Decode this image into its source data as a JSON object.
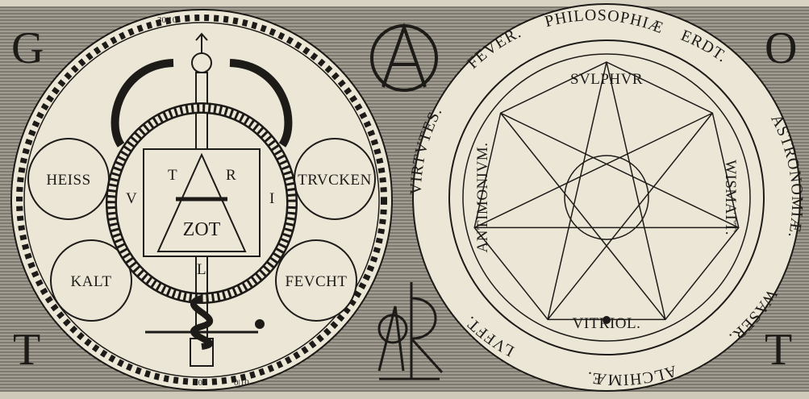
{
  "corners": {
    "top_left": "G",
    "top_right": "O",
    "bottom_left": "T",
    "bottom_right": "T"
  },
  "left_emblem": {
    "elements": [
      "HEISS",
      "TRVCKEN",
      "KALT",
      "FEVCHT"
    ],
    "square_letters": {
      "top_left": "T",
      "top_right": "R",
      "left": "V",
      "right": "I",
      "bottom": "L"
    },
    "center_word": "ZOT",
    "border_numbers": [
      "30|10",
      "20",
      "0|10"
    ]
  },
  "right_emblem": {
    "outer_ring": [
      "LVFFT.",
      "VIRTVTES.",
      "FEVER.",
      "PHILOSOPHIÆ",
      "ERDT.",
      "ASTRONOMIÆ.",
      "WASER.",
      "ALCHIMÆ."
    ],
    "top": "SVLPHVR",
    "bottom": "VITRIOL.",
    "right": "WISMATT.",
    "left": "ANTIMONIVM."
  },
  "colors": {
    "paper": "#ece6d6",
    "ink": "#1d1b18",
    "background": "#8f8a80"
  }
}
